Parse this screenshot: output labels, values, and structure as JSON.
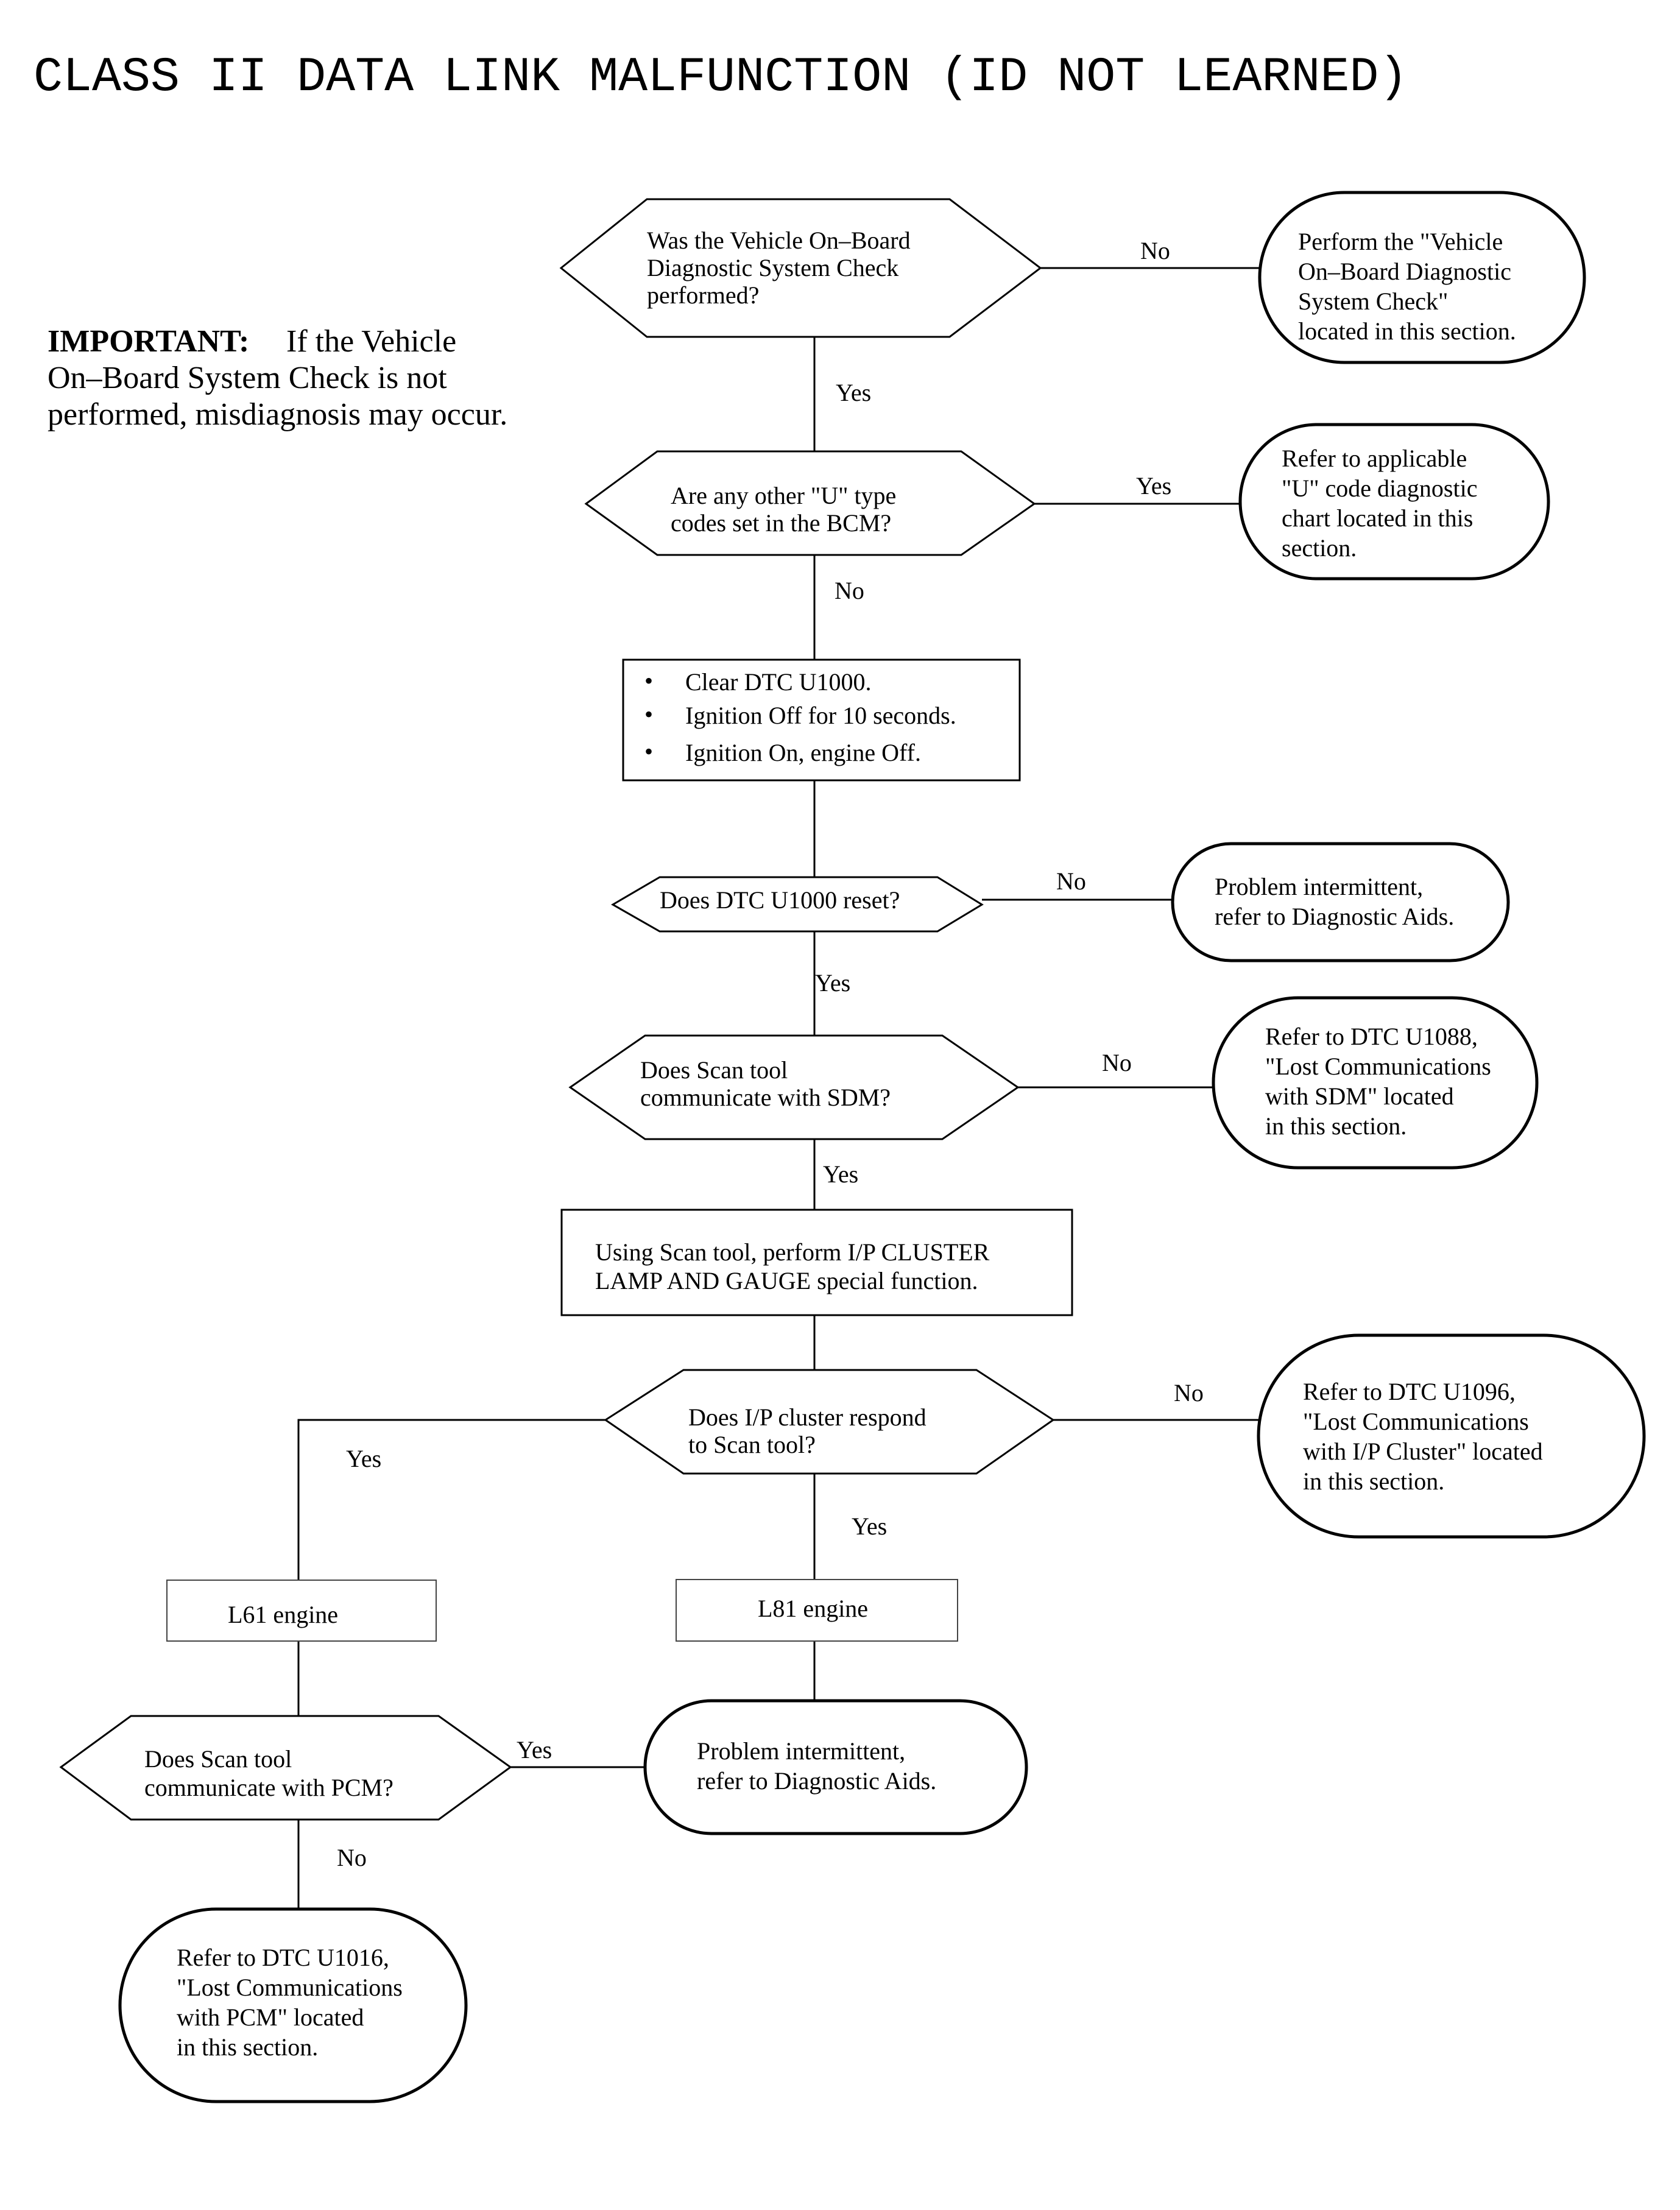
{
  "title": "CLASS II DATA LINK MALFUNCTION (ID NOT LEARNED)",
  "note": {
    "label": "IMPORTANT:",
    "lines": [
      "If the Vehicle",
      "On–Board System Check is not",
      "performed, misdiagnosis may occur."
    ]
  },
  "nodes": {
    "q_obd_check": {
      "lines": [
        "Was the Vehicle On–Board",
        "Diagnostic System Check",
        "performed?"
      ]
    },
    "a_perform_obd": {
      "lines": [
        "Perform the \"Vehicle",
        "On–Board Diagnostic",
        "System Check\"",
        "located in this section."
      ]
    },
    "q_u_codes": {
      "lines": [
        "Are any other \"U\" type",
        "codes set in the BCM?"
      ]
    },
    "a_refer_u_code": {
      "lines": [
        "Refer to applicable",
        "\"U\" code diagnostic",
        "chart located in this",
        "section."
      ]
    },
    "step_clear_dtc": {
      "bullet": "•",
      "lines": [
        "Clear DTC U1000.",
        "Ignition Off for 10 seconds.",
        "Ignition On, engine Off."
      ]
    },
    "q_u1000_reset": {
      "lines": [
        "Does DTC U1000 reset?"
      ]
    },
    "a_intermittent_1": {
      "lines": [
        "Problem intermittent,",
        "refer to Diagnostic Aids."
      ]
    },
    "q_sdm": {
      "lines": [
        "Does Scan tool",
        "communicate with SDM?"
      ]
    },
    "a_u1088": {
      "lines": [
        "Refer to DTC U1088,",
        "\"Lost Communications",
        "with SDM\" located",
        "in this section."
      ]
    },
    "step_ip_cluster": {
      "lines": [
        "Using Scan tool, perform I/P CLUSTER",
        "LAMP AND GAUGE special function."
      ]
    },
    "q_ip_cluster": {
      "lines": [
        "Does I/P cluster respond",
        "to Scan tool?"
      ]
    },
    "a_u1096": {
      "lines": [
        "Refer to DTC U1096,",
        "\"Lost Communications",
        "with I/P Cluster\" located",
        "in this section."
      ]
    },
    "l61_engine": {
      "lines": [
        "L61 engine"
      ]
    },
    "l81_engine": {
      "lines": [
        "L81 engine"
      ]
    },
    "q_pcm": {
      "lines": [
        "Does Scan tool",
        "communicate with PCM?"
      ]
    },
    "a_intermittent_2": {
      "lines": [
        "Problem intermittent,",
        "refer to Diagnostic Aids."
      ]
    },
    "a_u1016": {
      "lines": [
        "Refer to DTC U1016,",
        "\"Lost Communications",
        "with PCM\" located",
        "in this section."
      ]
    }
  },
  "edges": [
    {
      "from": "q_obd_check",
      "to": "a_perform_obd",
      "label": "No"
    },
    {
      "from": "q_obd_check",
      "to": "q_u_codes",
      "label": "Yes"
    },
    {
      "from": "q_u_codes",
      "to": "a_refer_u_code",
      "label": "Yes"
    },
    {
      "from": "q_u_codes",
      "to": "step_clear_dtc",
      "label": "No"
    },
    {
      "from": "step_clear_dtc",
      "to": "q_u1000_reset",
      "label": ""
    },
    {
      "from": "q_u1000_reset",
      "to": "a_intermittent_1",
      "label": "No"
    },
    {
      "from": "q_u1000_reset",
      "to": "q_sdm",
      "label": "Yes"
    },
    {
      "from": "q_sdm",
      "to": "a_u1088",
      "label": "No"
    },
    {
      "from": "q_sdm",
      "to": "step_ip_cluster",
      "label": "Yes"
    },
    {
      "from": "step_ip_cluster",
      "to": "q_ip_cluster",
      "label": ""
    },
    {
      "from": "q_ip_cluster",
      "to": "a_u1096",
      "label": "No"
    },
    {
      "from": "q_ip_cluster",
      "to": "l61_engine",
      "label": "Yes"
    },
    {
      "from": "q_ip_cluster",
      "to": "l81_engine",
      "label": "Yes"
    },
    {
      "from": "l81_engine",
      "to": "a_intermittent_2",
      "label": ""
    },
    {
      "from": "l61_engine",
      "to": "q_pcm",
      "label": ""
    },
    {
      "from": "q_pcm",
      "to": "a_intermittent_2",
      "label": "Yes"
    },
    {
      "from": "q_pcm",
      "to": "a_u1016",
      "label": "No"
    }
  ]
}
